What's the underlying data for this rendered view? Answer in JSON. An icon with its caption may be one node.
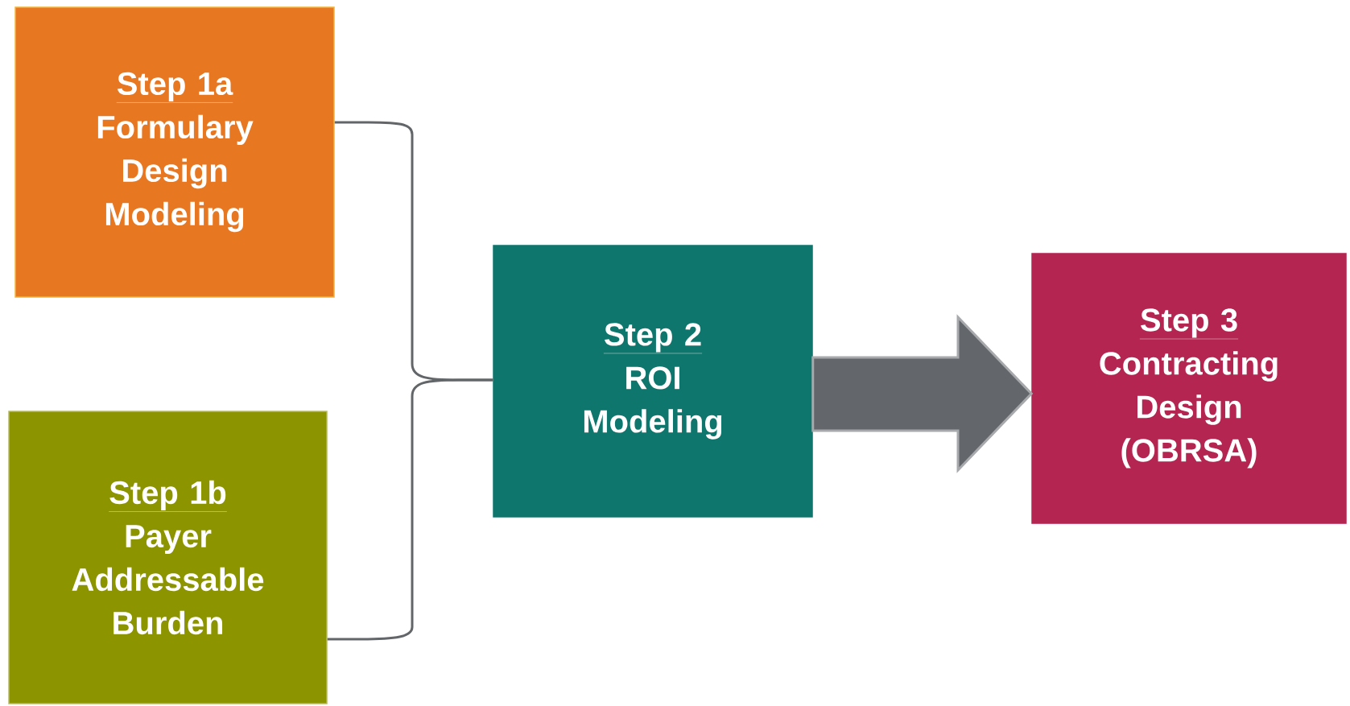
{
  "diagram": {
    "nodes": [
      {
        "text": [
          "Step 1a",
          "Formulary Design Modeling"
        ]
      },
      {
        "text": [
          "Step 1b",
          "Payer Addressable Burden"
        ]
      },
      {
        "text": [
          "Step 2",
          "ROI Modeling"
        ]
      },
      {
        "text": [
          "Step 3",
          "Contracting Design (OBRSA)"
        ]
      }
    ],
    "edges": [
      {
        "from": 0,
        "to": 2,
        "arrow": "none"
      },
      {
        "from": 1,
        "to": 2,
        "arrow": "none"
      },
      {
        "from": 2,
        "to": 3,
        "arrow": "to"
      }
    ]
  }
}
